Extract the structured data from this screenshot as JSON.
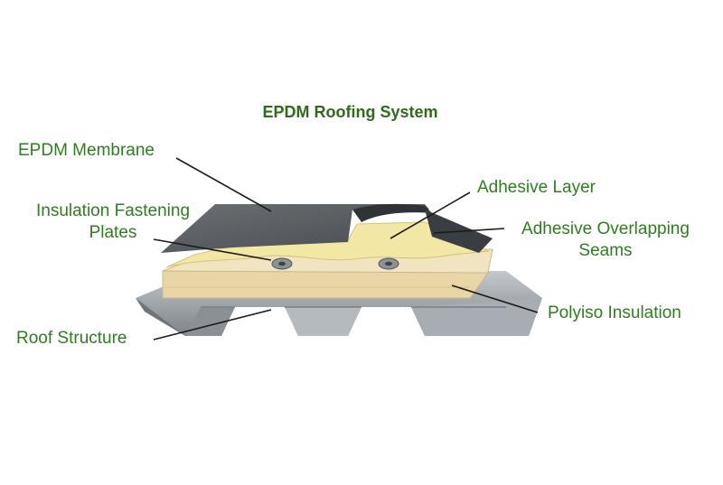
{
  "title": "EPDM Roofing System",
  "labels": {
    "membrane": "EPDM Membrane",
    "fastening_line1": "Insulation Fastening",
    "fastening_line2": "Plates",
    "adhesive_layer": "Adhesive Layer",
    "seams_line1": "Adhesive Overlapping",
    "seams_line2": "Seams",
    "polyiso": "Polyiso Insulation",
    "roof_structure": "Roof Structure"
  },
  "colors": {
    "label_green": "#2e7d1f",
    "membrane": "#55595e",
    "insulation": "#f1e4c0",
    "adhesive": "#f3e7a6",
    "deck": "#9aa0a6"
  }
}
